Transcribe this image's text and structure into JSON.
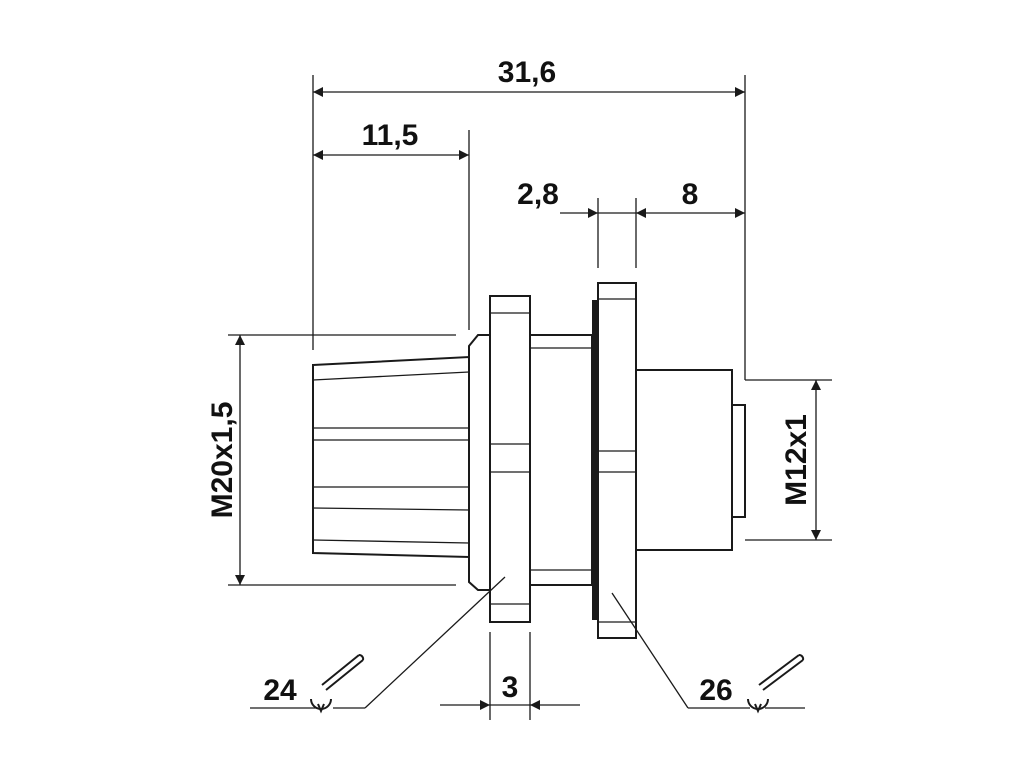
{
  "dimensions": {
    "overall_length": "31,6",
    "thread_length": "11,5",
    "flange_gap": "2,8",
    "front_length": "8",
    "nut_width": "3",
    "rear_thread": "M20x1,5",
    "front_thread": "M12x1"
  },
  "callouts": {
    "left_wrench_size": "24",
    "right_wrench_size": "26"
  },
  "icons": [
    "wrench-icon",
    "wrench-icon"
  ],
  "colors": {
    "line": "#1a1a1a",
    "background": "#ffffff"
  }
}
